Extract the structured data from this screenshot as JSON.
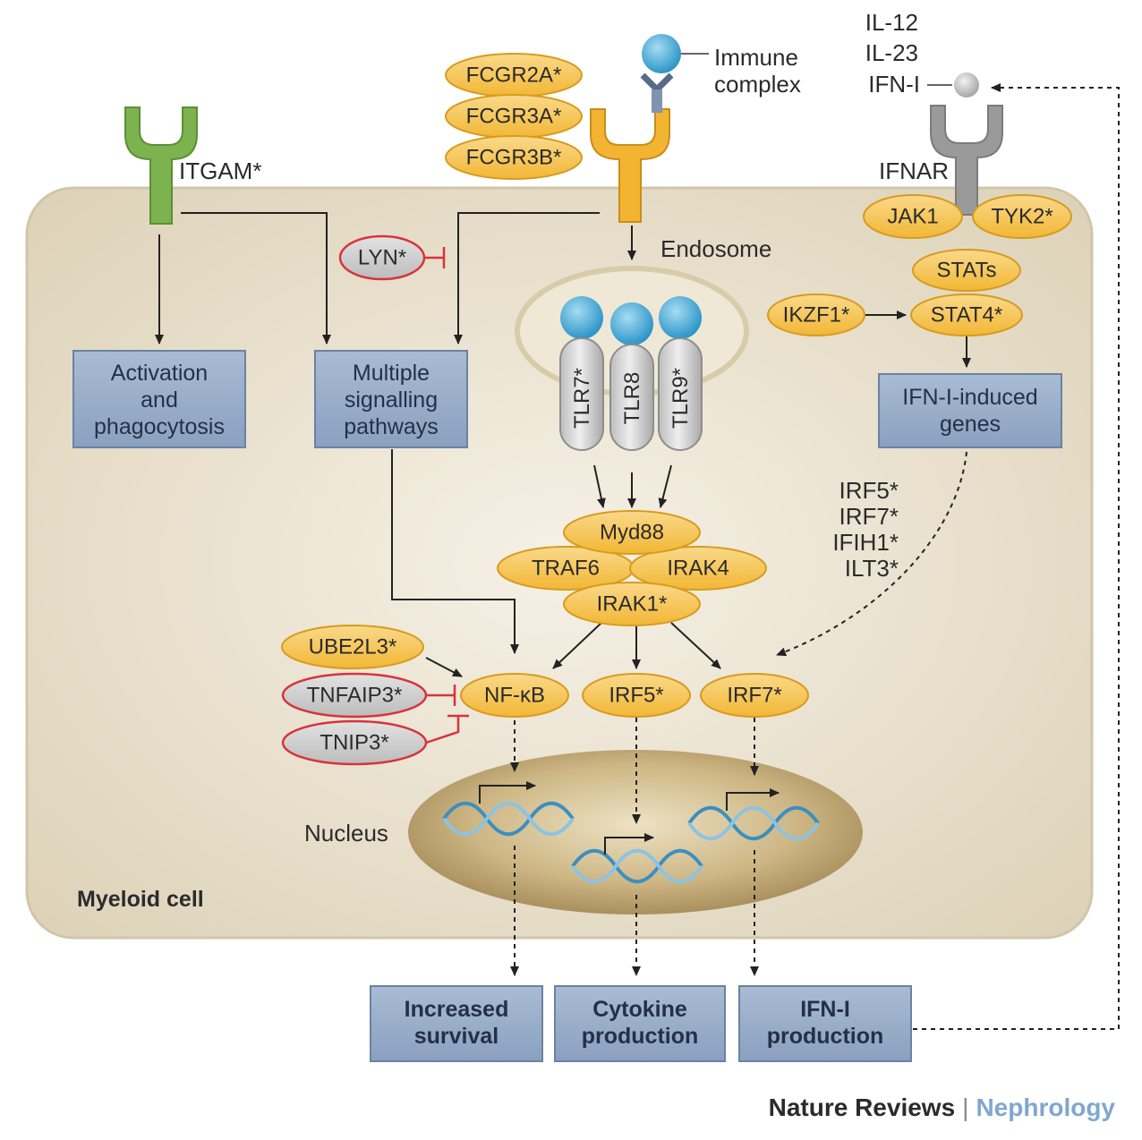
{
  "cell_label": "Myeloid cell",
  "nucleus_label": "Nucleus",
  "endosome_label": "Endosome",
  "immune_complex": [
    "Immune",
    "complex"
  ],
  "cytokines": [
    "IL-12",
    "IL-23",
    "IFN-I"
  ],
  "receptors": {
    "itgam": "ITGAM*",
    "ifnar": "IFNAR",
    "fcgr": [
      "FCGR2A*",
      "FCGR3A*",
      "FCGR3B*"
    ]
  },
  "tlrs": [
    "TLR7*",
    "TLR8",
    "TLR9*"
  ],
  "nodes": {
    "lyn": "LYN*",
    "jak1": "JAK1",
    "tyk2": "TYK2*",
    "stats": "STATs",
    "stat4": "STAT4*",
    "ikzf1": "IKZF1*",
    "myd88": "Myd88",
    "traf6": "TRAF6",
    "irak4": "IRAK4",
    "irak1": "IRAK1*",
    "ube2l3": "UBE2L3*",
    "tnfaip3": "TNFAIP3*",
    "tnip3": "TNIP3*",
    "nfkb": "NF-κB",
    "irf5": "IRF5*",
    "irf7": "IRF7*"
  },
  "gene_list": [
    "IRF5*",
    "IRF7*",
    "IFIH1*",
    "ILT3*"
  ],
  "boxes": {
    "activation": [
      "Activation",
      "and",
      "phagocytosis"
    ],
    "multiple": [
      "Multiple",
      "signalling",
      "pathways"
    ],
    "ifn_genes": [
      "IFN-I-induced",
      "genes"
    ],
    "survival": [
      "Increased",
      "survival"
    ],
    "cytokine": [
      "Cytokine",
      "production"
    ],
    "ifn_prod": [
      "IFN-I",
      "production"
    ]
  },
  "footer": {
    "publisher": "Nature Reviews",
    "journal": "Nephrology"
  },
  "colors": {
    "cell_fill": "#ece4d2",
    "pill_yellow": "#f6c451",
    "box_blue": "#9aafc9",
    "receptor_green": "#7cb34e",
    "receptor_orange": "#f3b431",
    "receptor_grey": "#9a9a9a",
    "ball_blue": "#52b3dc",
    "inhibitor_red": "#d8333b",
    "nucleus": "#c2ab7a"
  }
}
